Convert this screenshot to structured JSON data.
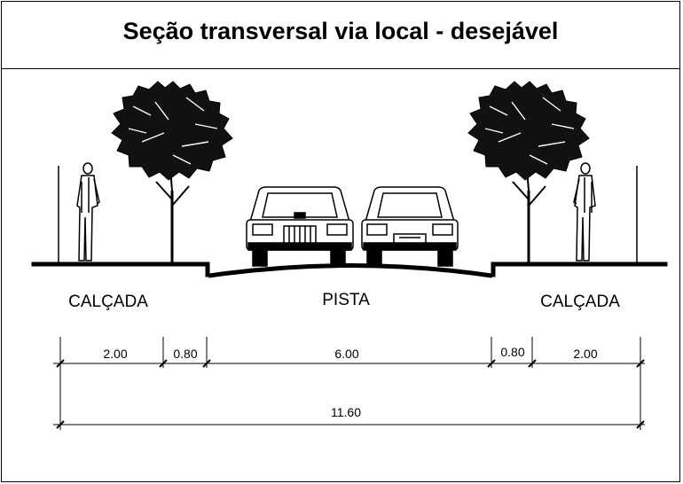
{
  "title": "Seção transversal via local - desejável",
  "zones": {
    "left_sidewalk": "CALÇADA",
    "roadway": "PISTA",
    "right_sidewalk": "CALÇADA"
  },
  "dimensions": {
    "segments": [
      "2.00",
      "0.80",
      "6.00",
      "0.80",
      "2.00"
    ],
    "total": "11.60"
  }
}
